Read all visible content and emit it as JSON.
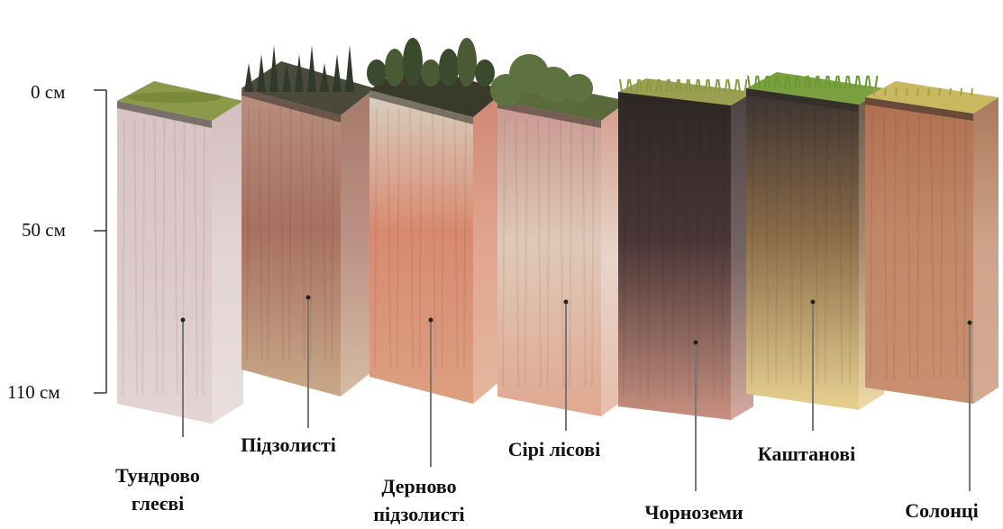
{
  "depth_scale": {
    "labels": [
      "0 см",
      "50 см",
      "110 см"
    ]
  },
  "profiles": [
    {
      "id": "tundra",
      "label_lines": [
        "Тундрово",
        "глеєві"
      ],
      "vegetation": "moss",
      "colors": {
        "top": "#8a9a4a",
        "side_top": "#d8c4c4",
        "side_mid": "#dcc8c8",
        "side_bottom": "#e4d4d4",
        "front_shade": "#cdb7b8"
      }
    },
    {
      "id": "podzolic",
      "label_lines": [
        "Підзолисті"
      ],
      "vegetation": "conifer",
      "colors": {
        "top": "#4a4a3a",
        "side_top": "#b89080",
        "side_mid": "#a87060",
        "side_bottom": "#c8a888",
        "front_shade": "#9a6a58"
      }
    },
    {
      "id": "sod-podzolic",
      "label_lines": [
        "Дерново",
        "підзолисті"
      ],
      "vegetation": "mixed-forest",
      "colors": {
        "top": "#3a3a2a",
        "side_top": "#d8d0c0",
        "side_mid": "#d88a70",
        "side_bottom": "#dca080",
        "front_shade": "#c87860"
      }
    },
    {
      "id": "grey-forest",
      "label_lines": [
        "Сірі лісові"
      ],
      "vegetation": "deciduous",
      "colors": {
        "top": "#5a6a3a",
        "side_top": "#c89890",
        "side_mid": "#e0c8b8",
        "side_bottom": "#e0a890",
        "front_shade": "#d09080"
      }
    },
    {
      "id": "chernozem",
      "label_lines": [
        "Чорноземи"
      ],
      "vegetation": "steppe-grass",
      "colors": {
        "top": "#9aa050",
        "side_top": "#2e2626",
        "side_mid": "#4a3636",
        "side_bottom": "#c89080",
        "front_shade": "#3a2e2e"
      }
    },
    {
      "id": "chestnut",
      "label_lines": [
        "Каштанові"
      ],
      "vegetation": "dry-grass",
      "colors": {
        "top": "#7aa040",
        "side_top": "#3a3230",
        "side_mid": "#8a6a48",
        "side_bottom": "#e8d090",
        "front_shade": "#584838"
      }
    },
    {
      "id": "solonetz",
      "label_lines": [
        "Солонці"
      ],
      "vegetation": "sparse",
      "colors": {
        "top": "#c8b860",
        "side_top": "#b07050",
        "side_mid": "#c08868",
        "side_bottom": "#c89070",
        "front_shade": "#a06848"
      }
    }
  ]
}
